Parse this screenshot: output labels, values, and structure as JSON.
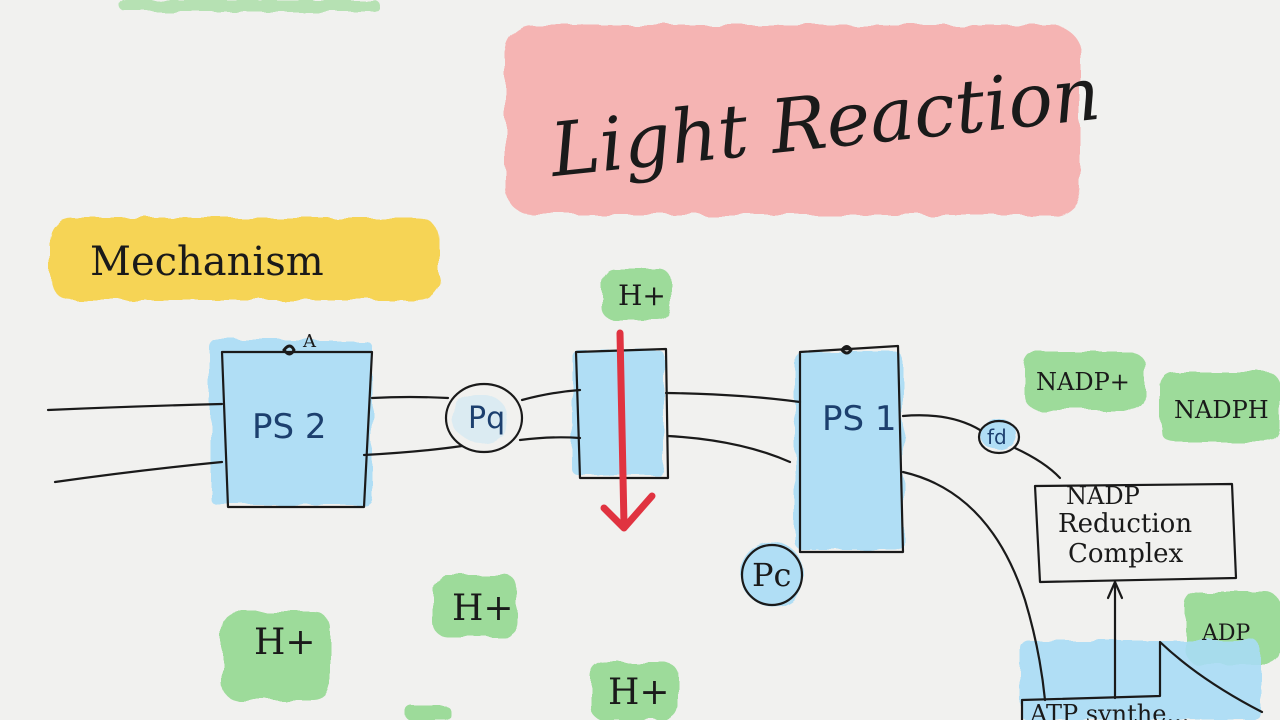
{
  "title": "Light Reaction",
  "subtitle": "Mechanism",
  "components": {
    "ps2": "PS 2",
    "pq": "Pq",
    "ps1": "PS 1",
    "fd": "fd",
    "pc": "Pc",
    "nadp_complex": [
      "NADP",
      "Reduction",
      "Complex"
    ],
    "atp": "ATP synthe..."
  },
  "small_marks": {
    "ps2_top": "A"
  },
  "ions": {
    "h_top": "H+",
    "h_bottom_1": "H+",
    "h_bottom_2": "H+",
    "h_bottom_3": "H+",
    "nadp_plus": "NADP+",
    "nadph": "NADPH",
    "adp": "ADP"
  },
  "colors": {
    "title_highlight": "#f7a3a3",
    "subtitle_highlight": "#f7cf3a",
    "membrane_fill": "#a9dcf5",
    "ion_highlight": "#8fd88c",
    "arrow": "#e03340",
    "ink": "#1a1a1a"
  }
}
